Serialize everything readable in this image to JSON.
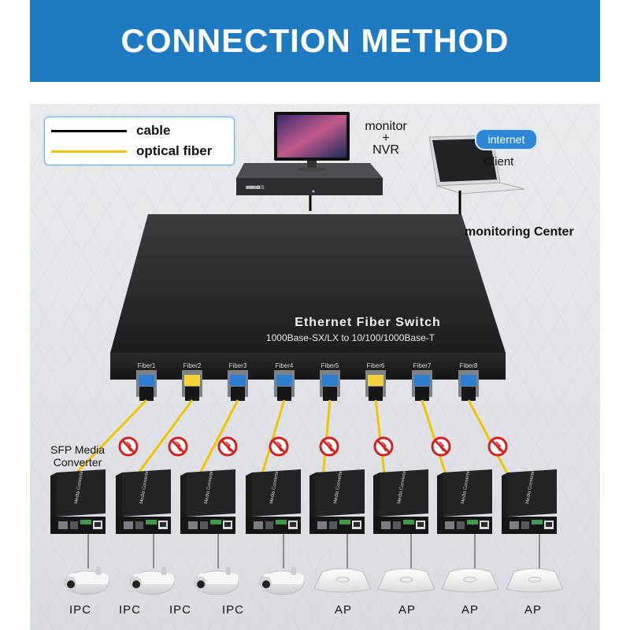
{
  "header": {
    "title": "CONNECTION METHOD"
  },
  "legend": {
    "items": [
      {
        "label": "cable",
        "color": "#000000"
      },
      {
        "label": "optical fiber",
        "color": "#f2c500"
      }
    ]
  },
  "top": {
    "monitor_label_1": "monitor",
    "monitor_label_2": "+",
    "monitor_label_3": "NVR",
    "internet_label": "internet",
    "client_label": "Client",
    "center_label": "monitoring Center",
    "nvr_brand": "HIK DIS"
  },
  "switch": {
    "title": "Ethernet Fiber Switch",
    "subtitle": "1000Base-SX/LX to 10/100/1000Base-T",
    "ports": [
      "Fiber1",
      "Fiber2",
      "Fiber3",
      "Fiber4",
      "Fiber5",
      "Fiber6",
      "Fiber7",
      "Fiber8"
    ]
  },
  "converter": {
    "label_1": "SFP Media",
    "label_2": "Converter",
    "brand": "Media Converter"
  },
  "devices": [
    "IPC",
    "IPC",
    "IPC",
    "IPC",
    "AP",
    "AP",
    "AP",
    "AP"
  ],
  "colors": {
    "banner": "#1f7bc1",
    "fiber": "#f2c500",
    "cable": "#000000",
    "switch": "#2b2d30",
    "no_sign": "#d62020"
  }
}
